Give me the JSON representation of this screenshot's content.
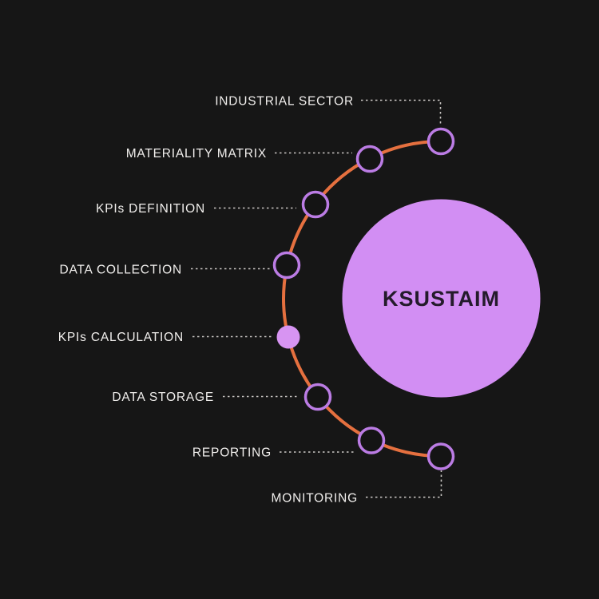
{
  "diagram": {
    "title": "KSUSTAIM",
    "steps": [
      {
        "label": "INDUSTRIAL SECTOR",
        "state": "default"
      },
      {
        "label": "MATERIALITY MATRIX",
        "state": "default"
      },
      {
        "label": "KPIs DEFINITION",
        "state": "default"
      },
      {
        "label": "DATA COLLECTION",
        "state": "default"
      },
      {
        "label": "KPIs CALCULATION",
        "state": "active-filled"
      },
      {
        "label": "DATA STORAGE",
        "state": "default"
      },
      {
        "label": "REPORTING",
        "state": "default"
      },
      {
        "label": "MONITORING",
        "state": "default"
      }
    ],
    "colors": {
      "background": "#161616",
      "arc": "#e5703f",
      "node_ring": "#bb7ce4",
      "node_inner": "#141414",
      "node_active_fill": "#d794f2",
      "center_circle": "#d28ef3",
      "center_text": "#241b2b",
      "label_text": "#f1efed",
      "connector": "#cbc8c5"
    }
  }
}
